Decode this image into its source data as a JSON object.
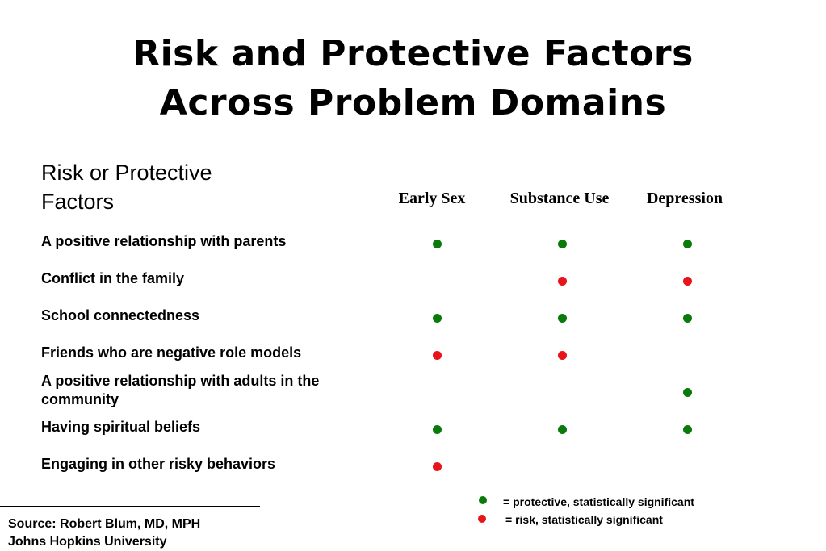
{
  "title": {
    "line1": "Risk and Protective Factors",
    "line2": "Across Problem Domains"
  },
  "table": {
    "factor_header_line1": "Risk or Protective",
    "factor_header_line2": "Factors",
    "columns": [
      "Early Sex",
      "Substance Use",
      "Depression"
    ],
    "rows": [
      {
        "label": "A positive relationship with parents",
        "values": [
          "protective",
          "protective",
          "protective"
        ]
      },
      {
        "label": "Conflict in the family",
        "values": [
          "",
          "risk",
          "risk"
        ]
      },
      {
        "label": "School connectedness",
        "values": [
          "protective",
          "protective",
          "protective"
        ]
      },
      {
        "label": "Friends who are negative role models",
        "values": [
          "risk",
          "risk",
          ""
        ]
      },
      {
        "label": "A positive relationship with adults in the community",
        "values": [
          "",
          "",
          "protective"
        ]
      },
      {
        "label": "Having spiritual beliefs",
        "values": [
          "protective",
          "protective",
          "protective"
        ]
      },
      {
        "label": "Engaging in other risky behaviors",
        "values": [
          "risk",
          "",
          ""
        ]
      }
    ]
  },
  "legend": {
    "protective": "= protective, statistically significant",
    "risk": "= risk, statistically  significant"
  },
  "colors": {
    "protective": "#0a7a0a",
    "risk": "#e8141a"
  },
  "source": {
    "line1": "Source: Robert Blum, MD, MPH",
    "line2": "Johns Hopkins University"
  }
}
